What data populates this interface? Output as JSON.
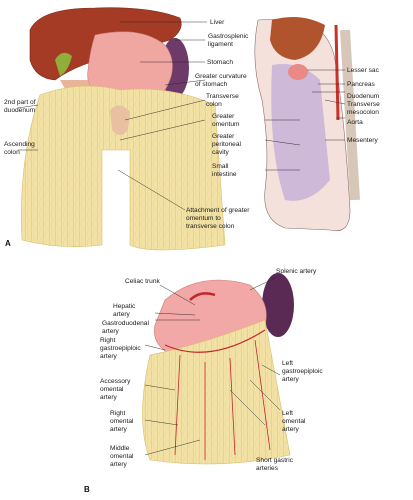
{
  "panel_a": {
    "letter": "A",
    "labels": {
      "liver": "Liver",
      "gastrosplenic": [
        "Gastrosplenic",
        "ligament"
      ],
      "stomach": "Stomach",
      "greater_curvature": [
        "Greater curvature",
        "of stomach"
      ],
      "transverse_colon": [
        "Transverse",
        "colon"
      ],
      "greater_omentum": [
        "Greater",
        "omentum"
      ],
      "greater_peritoneal_cavity": [
        "Greater",
        "peritoneal",
        "cavity"
      ],
      "small_intestine": [
        "Small",
        "intestine"
      ],
      "second_part_duodenum": [
        "2nd part of",
        "duodenum"
      ],
      "ascending_colon": [
        "Ascending",
        "colon"
      ],
      "attachment": [
        "Attachment of greater",
        "omentum to",
        "transverse colon"
      ],
      "lesser_sac": "Lesser sac",
      "pancreas": "Pancreas",
      "duodenum": "Duodenum",
      "transverse_mesocolon": [
        "Transverse",
        "mesocolon"
      ],
      "aorta": "Aorta",
      "mesentery": "Mesentery"
    }
  },
  "panel_b": {
    "letter": "B",
    "labels": {
      "celiac_trunk": "Celiac trunk",
      "splenic_artery": "Splenic artery",
      "hepatic_artery": [
        "Hepatic",
        "artery"
      ],
      "gastroduodenal_artery": [
        "Gastroduodenal",
        "artery"
      ],
      "right_gastroepiploic": [
        "Right",
        "gastroepiploic",
        "artery"
      ],
      "left_gastroepiploic": [
        "Left",
        "gastroepiploic",
        "artery"
      ],
      "accessory_omental": [
        "Accessory",
        "omental",
        "artery"
      ],
      "right_omental": [
        "Right",
        "omental",
        "artery"
      ],
      "left_omental": [
        "Left",
        "omental",
        "artery"
      ],
      "middle_omental": [
        "Middle",
        "omental",
        "artery"
      ],
      "short_gastric": [
        "Short gastric",
        "arteries"
      ]
    }
  }
}
